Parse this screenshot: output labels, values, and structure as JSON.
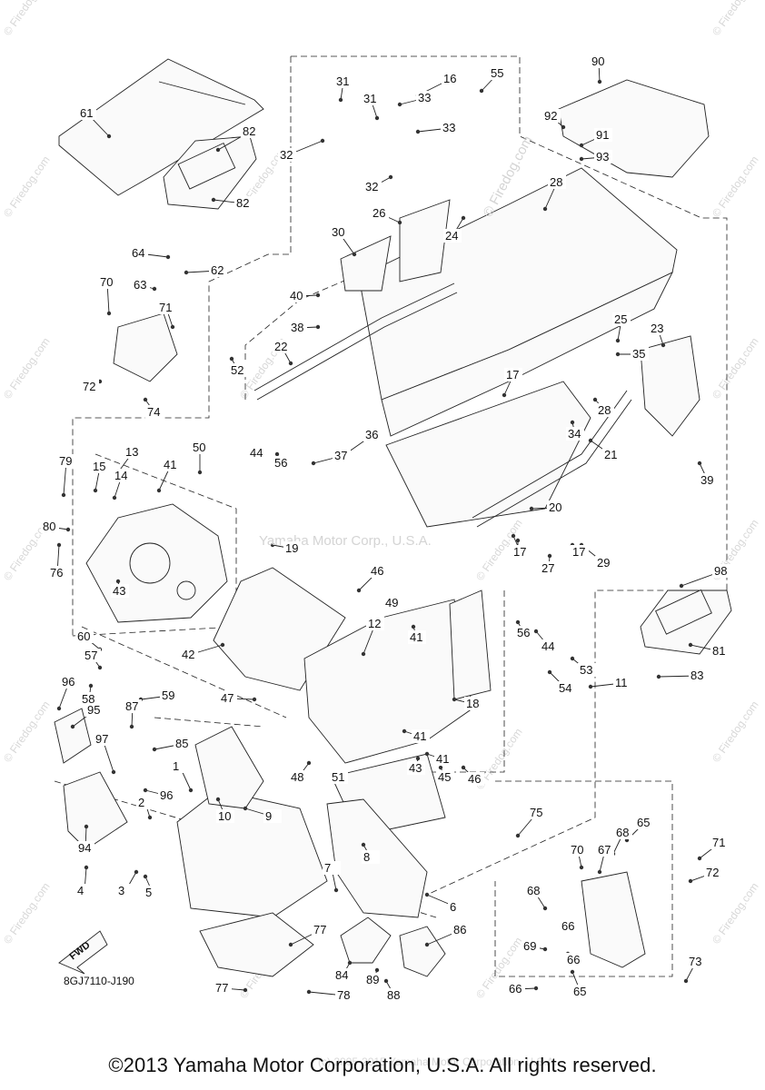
{
  "watermark_center": "© Firedog.com",
  "watermark_tile": "© Firedog.com",
  "watermark_corp": "Yamaha Motor Corp., U.S.A.",
  "diagram_code": "8GJ7110-J190",
  "fwd_label": "FWD",
  "footer_small": "(c) 2005-2015 Yamaha Motor Corporation, U.S.A.",
  "copyright": "©2013 Yamaha Motor Corporation, U.S.A. All rights reserved.",
  "callouts": [
    "1",
    "2",
    "3",
    "4",
    "5",
    "6",
    "7",
    "8",
    "9",
    "10",
    "11",
    "12",
    "13",
    "14",
    "15",
    "16",
    "17",
    "17",
    "17",
    "17",
    "18",
    "19",
    "20",
    "21",
    "22",
    "23",
    "24",
    "25",
    "26",
    "27",
    "28",
    "28",
    "29",
    "30",
    "31",
    "31",
    "32",
    "32",
    "33",
    "33",
    "34",
    "35",
    "36",
    "37",
    "38",
    "39",
    "40",
    "41",
    "41",
    "41",
    "41",
    "42",
    "43",
    "43",
    "44",
    "44",
    "45",
    "46",
    "46",
    "47",
    "48",
    "49",
    "50",
    "51",
    "52",
    "53",
    "54",
    "55",
    "56",
    "56",
    "57",
    "58",
    "59",
    "60",
    "61",
    "62",
    "63",
    "64",
    "65",
    "65",
    "66",
    "66",
    "66",
    "67",
    "68",
    "68",
    "69",
    "70",
    "70",
    "71",
    "71",
    "72",
    "72",
    "73",
    "74",
    "75",
    "76",
    "77",
    "77",
    "78",
    "79",
    "80",
    "81",
    "82",
    "82",
    "83",
    "84",
    "85",
    "86",
    "87",
    "88",
    "89",
    "90",
    "91",
    "92",
    "93",
    "94",
    "95",
    "96",
    "96",
    "97",
    "98"
  ]
}
